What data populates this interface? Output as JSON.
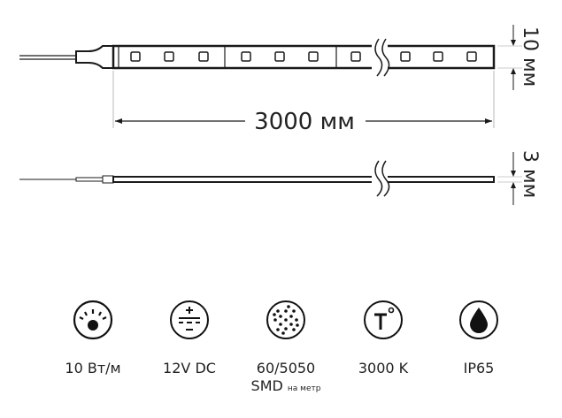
{
  "dimensions": {
    "length": "3000 мм",
    "width": "10 мм",
    "height": "3 мм"
  },
  "specs": [
    {
      "icon": "brightness-icon",
      "label": "10 Вт/м"
    },
    {
      "icon": "dc-voltage-icon",
      "label": "12V DC"
    },
    {
      "icon": "led-density-icon",
      "label": "60/5050",
      "label2": "SMD",
      "label2_small": "на метр"
    },
    {
      "icon": "color-temperature-icon",
      "label": "3000 K"
    },
    {
      "icon": "water-drop-icon",
      "label": "IP65"
    }
  ],
  "colors": {
    "line": "#1a1a1a",
    "dim": "#999999"
  }
}
